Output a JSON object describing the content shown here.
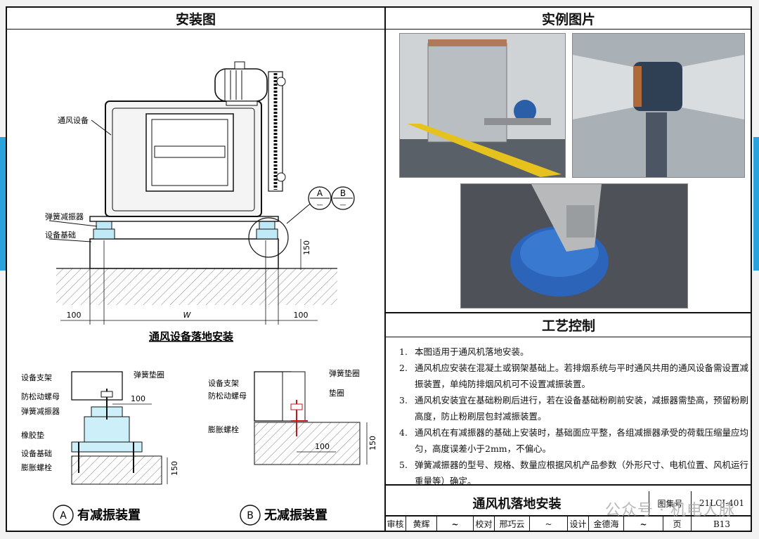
{
  "sections": {
    "install_title": "安装图",
    "photo_title": "实例图片",
    "process_title": "工艺控制"
  },
  "drawing": {
    "labels": {
      "ventilation_equipment": "通风设备",
      "spring_damper": "弹簧减振器",
      "equipment_base": "设备基础"
    },
    "callouts": [
      "A",
      "B"
    ],
    "callout_sub": "—",
    "dims": {
      "d100_left": "100",
      "width": "W",
      "d100_right": "100",
      "height150": "150"
    },
    "caption": "通风设备落地安装"
  },
  "detail_a": {
    "labels": {
      "support": "设备支架",
      "anti_loose_nut": "防松动螺母",
      "spring_damper": "弹簧减振器",
      "rubber_pad": "橡胶垫",
      "base": "设备基础",
      "expansion_bolt": "膨胀螺栓",
      "spring_washer": "弹簧垫圈"
    },
    "dim100": "100",
    "dim150": "150",
    "caption_letter": "A",
    "caption_text": "有减振装置"
  },
  "detail_b": {
    "labels": {
      "support": "设备支架",
      "anti_loose_nut": "防松动螺母",
      "expansion_bolt": "膨胀螺栓",
      "spring_washer": "弹簧垫圈",
      "washer": "垫圈"
    },
    "dim100": "100",
    "dim150": "150",
    "caption_letter": "B",
    "caption_text": "无减振装置"
  },
  "process_notes": [
    {
      "num": "1.",
      "text": "本图适用于通风机落地安装。"
    },
    {
      "num": "2.",
      "text": "通风机应安装在混凝土或钢架基础上。若排烟系统与平时通风共用的通风设备需设置减振装置，单纯防排烟风机可不设置减振装置。"
    },
    {
      "num": "3.",
      "text": "通风机安装宜在基础粉刷后进行，若在设备基础粉刷前安装，减振器需垫高，预留粉刷高度，防止粉刷层包封减振装置。"
    },
    {
      "num": "4.",
      "text": "通风机在有减振器的基础上安装时，基础面应平整，各组减振器承受的荷载压缩量应均匀，高度误差小于2mm，不偏心。"
    },
    {
      "num": "5.",
      "text": "弹簧减振器的型号、规格、数量应根据风机产品参数（外形尺寸、电机位置、风机运行重量等）确定。"
    }
  ],
  "title_block": {
    "title": "通风机落地安装",
    "atlas_label": "图集号",
    "atlas_no": "21LCJ-401",
    "review_label": "审核",
    "reviewer": "黄辉",
    "check_label": "校对",
    "checker": "邢巧云",
    "design_label": "设计",
    "designer": "金德海",
    "page_label": "页",
    "page_no": "B13"
  },
  "watermark": "公众号 · 机电人脉"
}
